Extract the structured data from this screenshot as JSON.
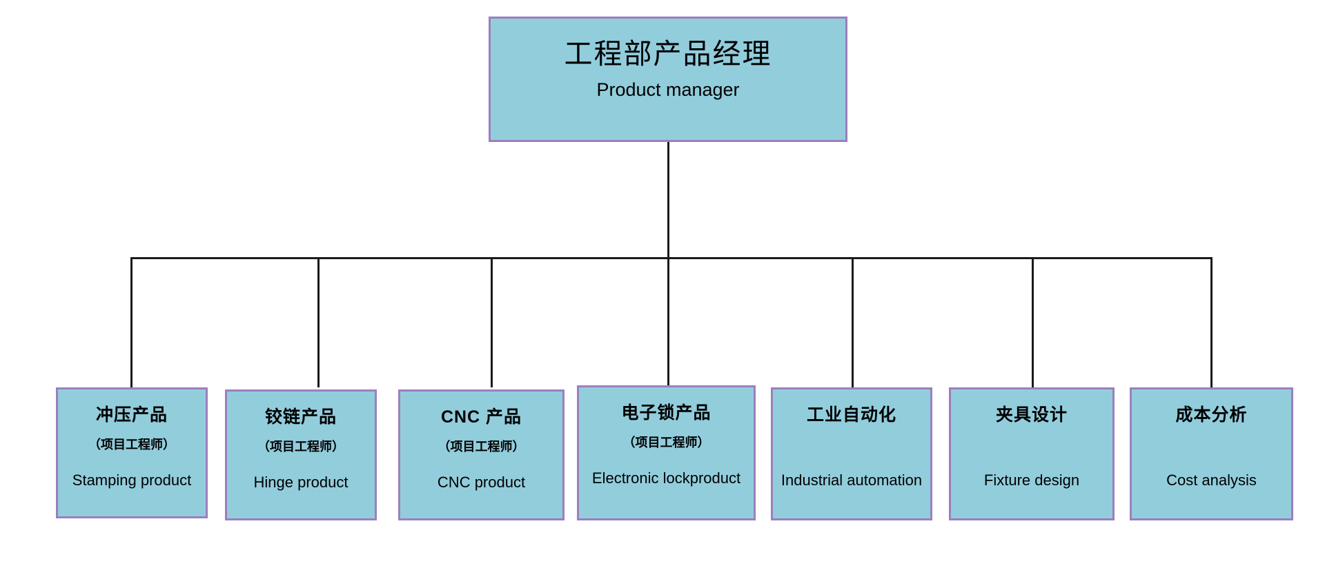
{
  "diagram": {
    "title_cn": "工程部产品经理",
    "title_en": "Product manager",
    "colors": {
      "node_fill": "#92cddc",
      "node_border": "#9b7fbe",
      "connector": "#1a1a1a",
      "background": "#ffffff",
      "text": "#000000"
    },
    "root": {
      "name_cn": "工程部产品经理",
      "name_en": "Product manager"
    },
    "children": [
      {
        "name_cn": "冲压产品",
        "role_cn": "（项目工程师）",
        "name_en": "Stamping product"
      },
      {
        "name_cn": "铰链产品",
        "role_cn": "（项目工程师）",
        "name_en": "Hinge product"
      },
      {
        "name_cn": "CNC 产品",
        "role_cn": "（项目工程师）",
        "name_en": "CNC product"
      },
      {
        "name_cn": "电子锁产品",
        "role_cn": "（项目工程师）",
        "name_en": "Electronic lockproduct"
      },
      {
        "name_cn": "工业自动化",
        "role_cn": "",
        "name_en": "Industrial automation"
      },
      {
        "name_cn": "夹具设计",
        "role_cn": "",
        "name_en": "Fixture design"
      },
      {
        "name_cn": "成本分析",
        "role_cn": "",
        "name_en": "Cost analysis"
      }
    ]
  }
}
